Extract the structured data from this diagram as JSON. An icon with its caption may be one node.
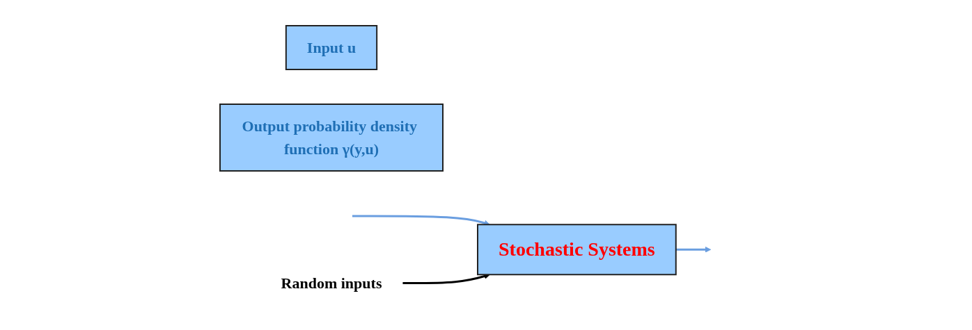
{
  "diagram": {
    "nodes": [
      {
        "text": [
          "Input u"
        ]
      },
      {
        "text": [
          "Stochastic Systems"
        ]
      },
      {
        "text": [
          "Output probability density function γ(y,u)"
        ]
      },
      {
        "text": [
          "Random inputs"
        ]
      }
    ],
    "edges": [
      {
        "from": null,
        "to": 1,
        "arrow": "to"
      },
      {
        "from": 1,
        "to": null,
        "arrow": "to"
      },
      {
        "from": 3,
        "to": 1,
        "arrow": "to",
        "color": "#000000"
      }
    ]
  }
}
